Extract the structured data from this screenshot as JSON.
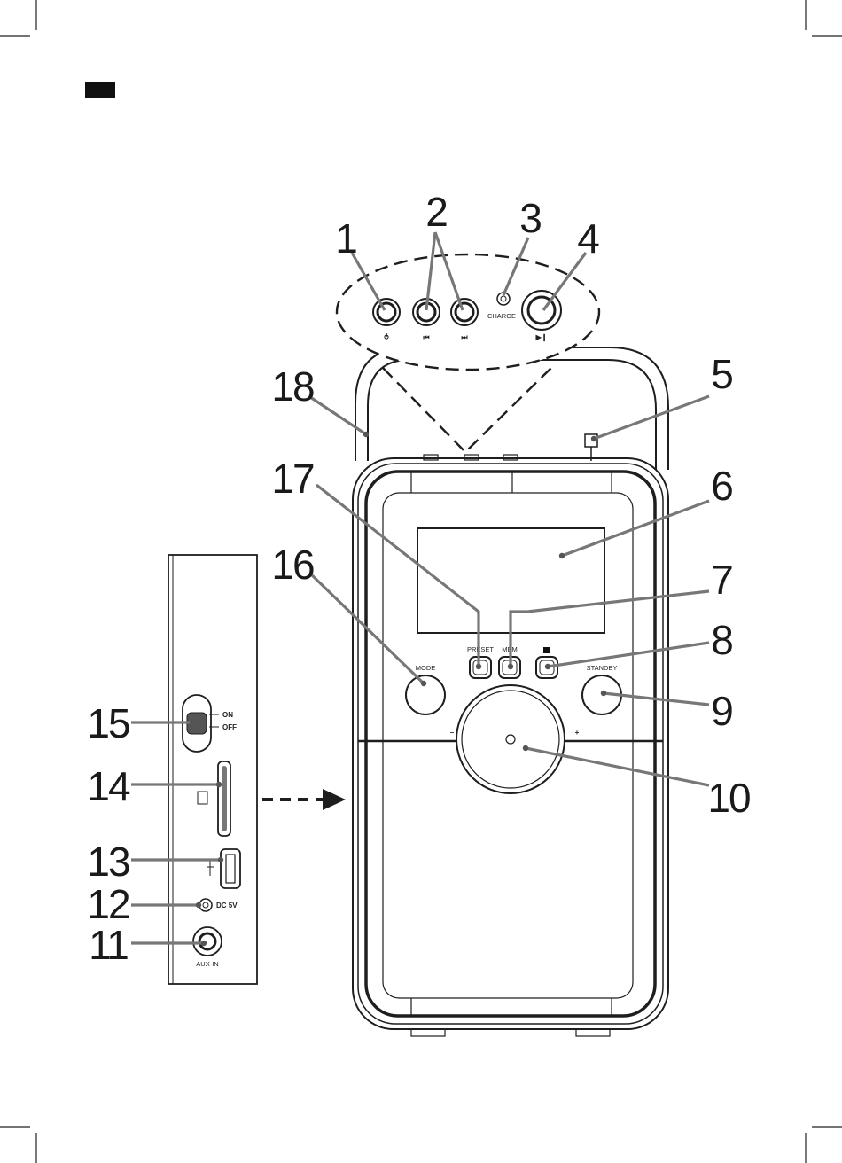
{
  "callouts": [
    "1",
    "2",
    "3",
    "4",
    "5",
    "6",
    "7",
    "8",
    "9",
    "10",
    "11",
    "12",
    "13",
    "14",
    "15",
    "16",
    "17",
    "18"
  ],
  "top_panel": {
    "charge_label": "CHARGE",
    "repeat_symbol": "⥀",
    "prev_symbol": "⏮",
    "next_symbol": "⏭",
    "play_pause_symbol": "▶❙"
  },
  "front_panel": {
    "mode_label": "MODE",
    "preset_label": "PRESET",
    "mem_label": "MEM",
    "standby_label": "STANDBY",
    "minus_label": "–",
    "plus_label": "+"
  },
  "side_panel": {
    "on_label": "ON",
    "off_label": "OFF",
    "dc_label": "DC 5V",
    "aux_label": "AUX-IN"
  }
}
